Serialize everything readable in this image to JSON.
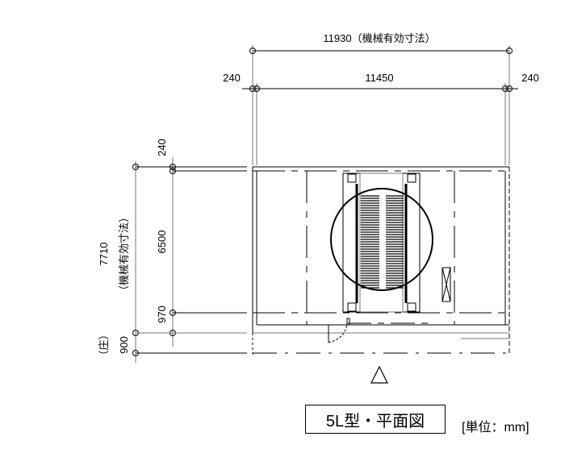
{
  "dimensions": {
    "overall_width": "11930（機械有効寸法）",
    "left_margin": "240",
    "inner_width": "11450",
    "right_margin": "240",
    "top_margin": "240",
    "inner_depth": "6500",
    "bottom_margin": "970",
    "overall_depth": "7710",
    "overall_depth_note": "（機械有効寸法）",
    "pit": "900",
    "pit_note": "（庄）"
  },
  "title": "5L型・平面図",
  "unit": "[単位：mm]"
}
